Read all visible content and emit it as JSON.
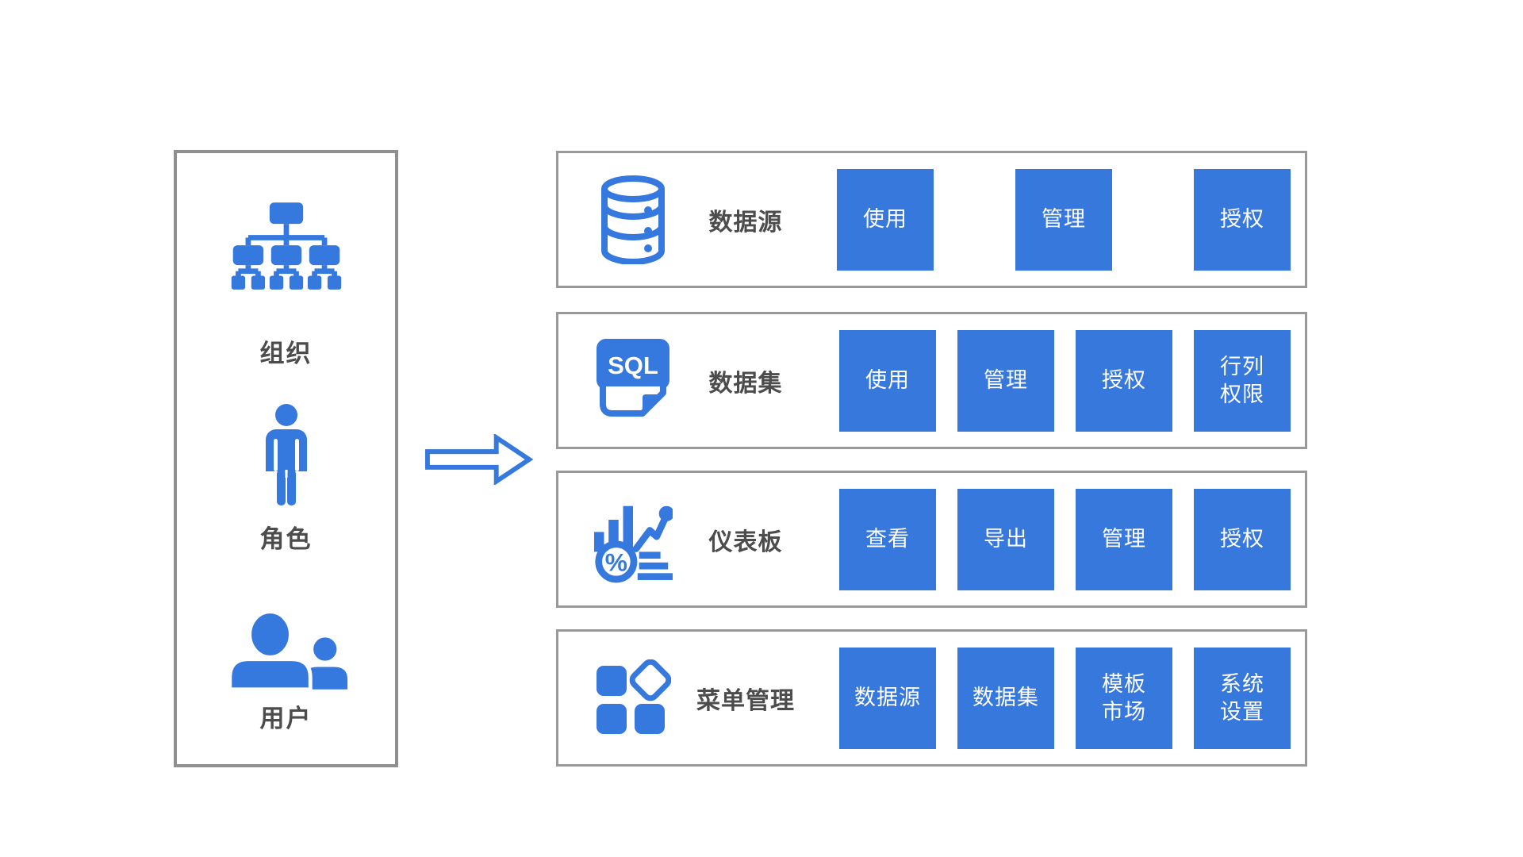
{
  "colors": {
    "primary_blue": "#3778dc",
    "icon_blue": "#3579de",
    "panel_border_gray": "#8f8f8f",
    "box_border_gray": "#999999",
    "label_gray": "#4c4c4c",
    "button_text": "#ffffff",
    "background": "#ffffff"
  },
  "left_panel": {
    "items": [
      {
        "icon": "org-tree-icon",
        "label": "组织"
      },
      {
        "icon": "person-icon",
        "label": "角色"
      },
      {
        "icon": "users-icon",
        "label": "用户"
      }
    ]
  },
  "arrow": {
    "icon": "right-arrow-icon"
  },
  "permission_rows": [
    {
      "icon": "database-icon",
      "label": "数据源",
      "buttons": [
        "使用",
        "管理",
        "授权"
      ]
    },
    {
      "icon": "sql-file-icon",
      "label": "数据集",
      "buttons": [
        "使用",
        "管理",
        "授权",
        "行列\n权限"
      ]
    },
    {
      "icon": "dashboard-chart-icon",
      "label": "仪表板",
      "buttons": [
        "查看",
        "导出",
        "管理",
        "授权"
      ]
    },
    {
      "icon": "menu-grid-icon",
      "label": "菜单管理",
      "buttons": [
        "数据源",
        "数据集",
        "模板\n市场",
        "系统\n设置"
      ]
    }
  ],
  "sql_icon_text": "SQL",
  "percent_icon_text": "%"
}
